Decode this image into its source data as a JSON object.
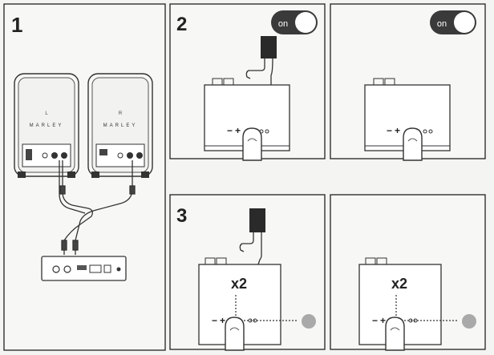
{
  "steps": {
    "s1": "1",
    "s2": "2",
    "s3": "3"
  },
  "speaker": {
    "left_channel": "L",
    "right_channel": "R",
    "brand": "MARLEY"
  },
  "toggles": {
    "first": "on",
    "second": "on"
  },
  "multipliers": {
    "first": "x2",
    "second": "x2"
  },
  "controls": {
    "minus": "−",
    "plus": "+"
  }
}
